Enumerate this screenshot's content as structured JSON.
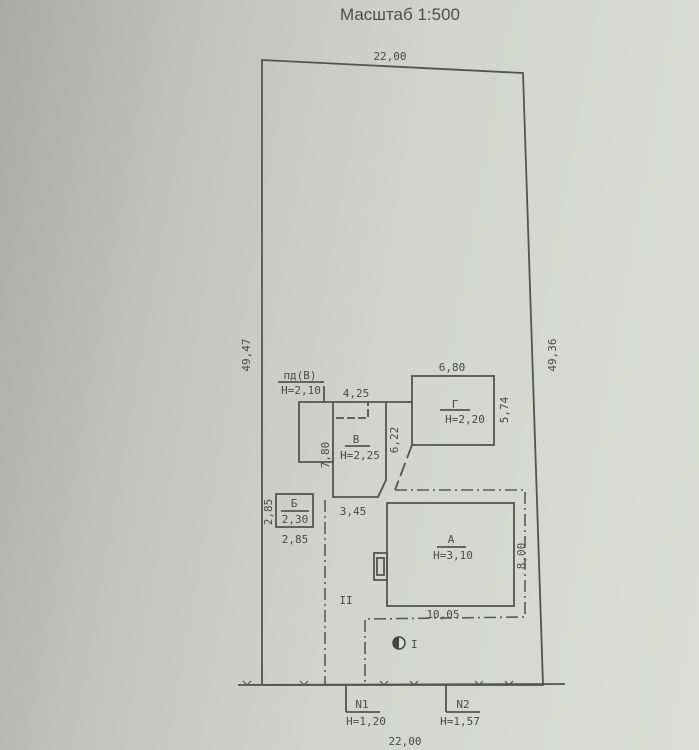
{
  "title": "Масштаб 1:500",
  "plot": {
    "top_length": "22,00",
    "bottom_length": "22,00",
    "left_length": "49,47",
    "right_length": "49,36"
  },
  "buildings": {
    "G": {
      "letter": "Г",
      "height": "Н=2,20",
      "width": "6,80",
      "depth": "5,74"
    },
    "V": {
      "letter": "В",
      "height": "Н=2,25",
      "width": "4,25",
      "depth": "7,80",
      "side": "6,22",
      "bottom": "3,45"
    },
    "pdV": {
      "letter": "пд(В)",
      "height": "Н=2,10"
    },
    "B": {
      "letter": "Б",
      "height": "2,30",
      "side": "2,85",
      "bottom": "2,85"
    },
    "A": {
      "letter": "А",
      "height": "Н=3,10",
      "depth": "8,00",
      "width": "10,05"
    }
  },
  "zones": {
    "zone2": "II",
    "zone1": "I"
  },
  "points": {
    "n1": {
      "label": "N1",
      "height": "Н=1,20"
    },
    "n2": {
      "label": "N2",
      "height": "Н=1,57"
    }
  }
}
